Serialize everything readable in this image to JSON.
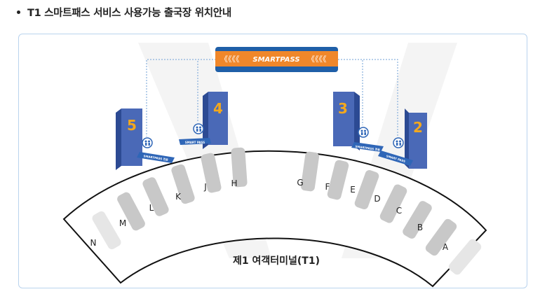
{
  "heading": "T1 스마트패스 서비스 사용가능 출국장 위치안내",
  "logo": {
    "text": "SMARTPASS",
    "left_chevrons": "《《《《",
    "right_chevrons": "《《《《"
  },
  "terminal_label": "제1 여객터미널(T1)",
  "departure_areas": [
    {
      "number": "5",
      "sign": "SMARTPASS 전용"
    },
    {
      "number": "4",
      "sign": "SMART PASS"
    },
    {
      "number": "3",
      "sign": "SMARTPASS 전용"
    },
    {
      "number": "2",
      "sign": "SMART PASS"
    }
  ],
  "gates": [
    "N",
    "M",
    "L",
    "K",
    "J",
    "H",
    "G",
    "F",
    "E",
    "D",
    "C",
    "B",
    "A"
  ],
  "colors": {
    "pillar": "#4a69b7",
    "pillar_side": "#2c4a93",
    "logo_bg": "#1f5fa8",
    "logo_band": "#f0872a",
    "number": "#f3a81d",
    "counter": "#c8c8c8",
    "dotted_line": "#6f9fd6",
    "frame_border": "#b9d3ee"
  },
  "icons": [
    "person-pair-icon"
  ]
}
